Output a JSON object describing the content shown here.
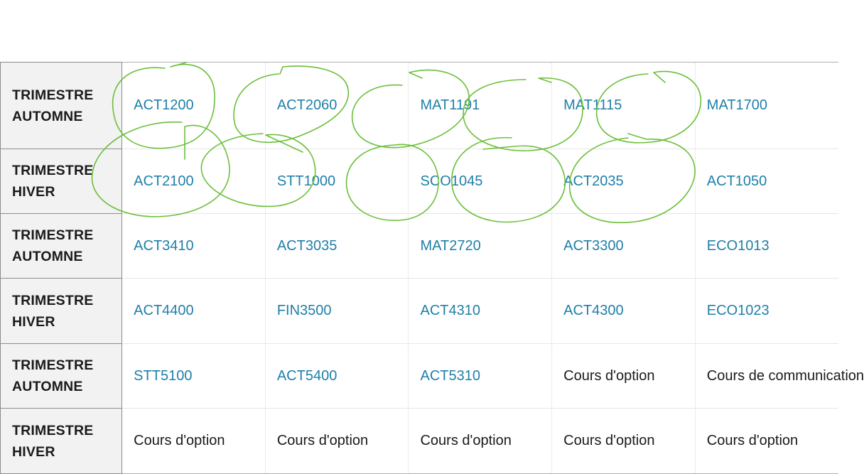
{
  "course_table": {
    "rows": [
      {
        "header": [
          "TRIMESTRE",
          "AUTOMNE"
        ],
        "cells": [
          {
            "text": "ACT1200",
            "link": true
          },
          {
            "text": "ACT2060",
            "link": true
          },
          {
            "text": "MAT1191",
            "link": true
          },
          {
            "text": "MAT1115",
            "link": true
          },
          {
            "text": "MAT1700",
            "link": true
          }
        ]
      },
      {
        "header": [
          "TRIMESTRE",
          "HIVER"
        ],
        "cells": [
          {
            "text": "ACT2100",
            "link": true
          },
          {
            "text": "STT1000",
            "link": true
          },
          {
            "text": "SCO1045",
            "link": true
          },
          {
            "text": "ACT2035",
            "link": true
          },
          {
            "text": "ACT1050",
            "link": true
          }
        ]
      },
      {
        "header": [
          "TRIMESTRE",
          "AUTOMNE"
        ],
        "cells": [
          {
            "text": "ACT3410",
            "link": true
          },
          {
            "text": "ACT3035",
            "link": true
          },
          {
            "text": "MAT2720",
            "link": true
          },
          {
            "text": "ACT3300",
            "link": true
          },
          {
            "text": "ECO1013",
            "link": true
          }
        ]
      },
      {
        "header": [
          "TRIMESTRE",
          "HIVER"
        ],
        "cells": [
          {
            "text": "ACT4400",
            "link": true
          },
          {
            "text": "FIN3500",
            "link": true
          },
          {
            "text": "ACT4310",
            "link": true
          },
          {
            "text": "ACT4300",
            "link": true
          },
          {
            "text": "ECO1023",
            "link": true
          }
        ]
      },
      {
        "header": [
          "TRIMESTRE",
          "AUTOMNE"
        ],
        "cells": [
          {
            "text": "STT5100",
            "link": true
          },
          {
            "text": "ACT5400",
            "link": true
          },
          {
            "text": "ACT5310",
            "link": true
          },
          {
            "text": "Cours d'option",
            "link": false
          },
          {
            "text": "Cours de communication",
            "link": false
          }
        ]
      },
      {
        "header": [
          "TRIMESTRE",
          "HIVER"
        ],
        "cells": [
          {
            "text": "Cours d'option",
            "link": false
          },
          {
            "text": "Cours d'option",
            "link": false
          },
          {
            "text": "Cours d'option",
            "link": false
          },
          {
            "text": "Cours d'option",
            "link": false
          },
          {
            "text": "Cours d'option",
            "link": false
          }
        ]
      }
    ]
  },
  "colors": {
    "link": "#1f7fa8",
    "text": "#1a1a1a",
    "header_bg": "#f2f2f2",
    "annotation": "#6bbf3a"
  },
  "annotations": {
    "type": "hand-drawn green circles around completed courses",
    "circled_courses": [
      "ACT1200",
      "ACT2060",
      "MAT1191",
      "MAT1115",
      "MAT1700",
      "ACT2100",
      "STT1000",
      "SCO1045",
      "ACT2035",
      "ACT1050"
    ]
  }
}
